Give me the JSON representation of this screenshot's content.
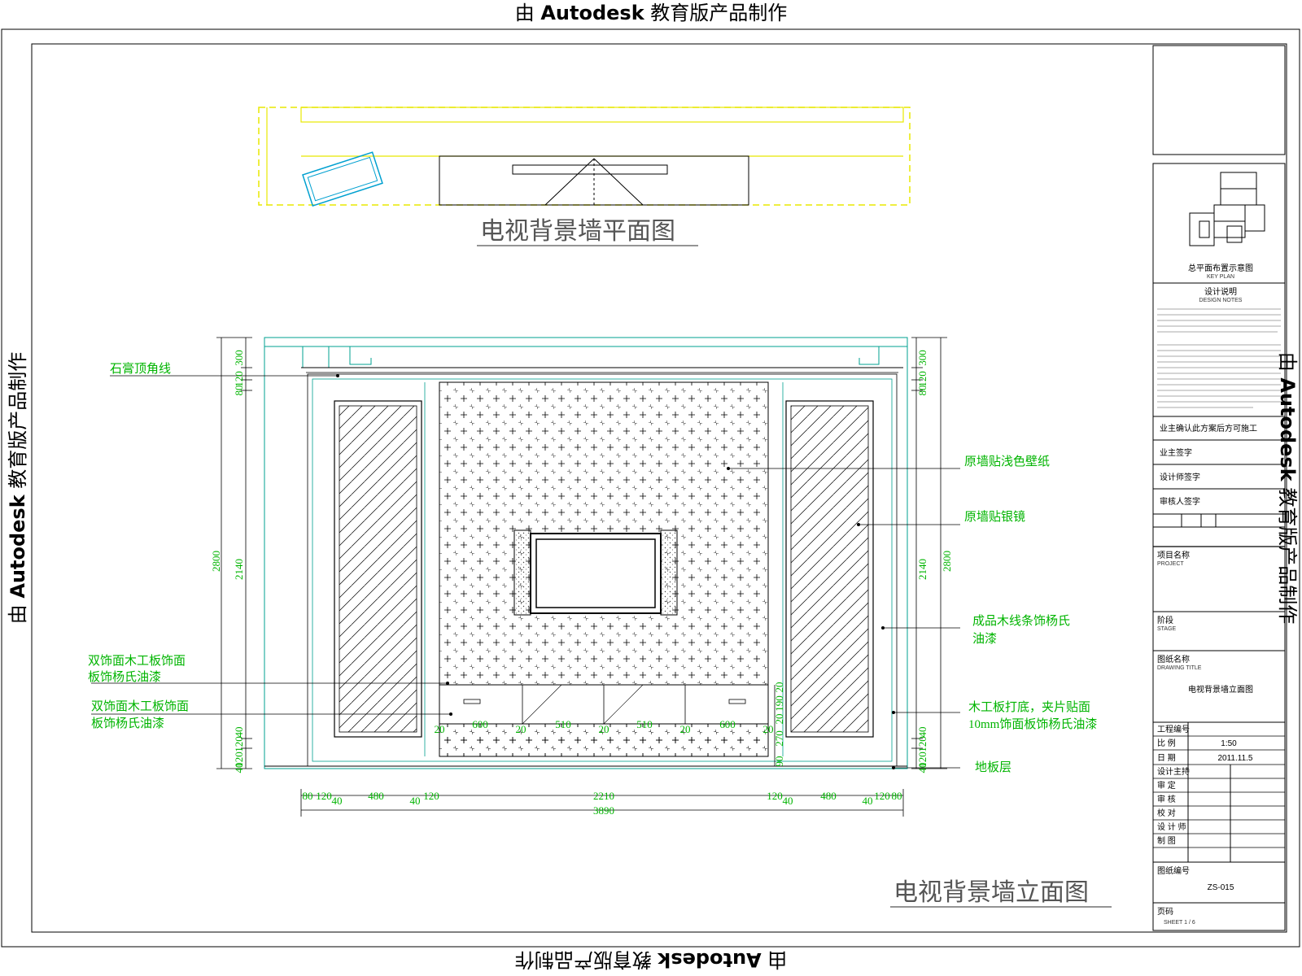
{
  "watermark": {
    "prefix": "由",
    "brand": "Autodesk",
    "suffix": "教育版产品制作"
  },
  "plan_view": {
    "title": "电视背景墙平面图"
  },
  "elevation_view": {
    "title": "电视背景墙立面图",
    "annotations": {
      "top_cornice": "石膏顶角线",
      "center_wallpaper": "原墙贴浅色壁纸",
      "mirror": "原墙贴银镜",
      "wood_trim_1": "成品木线条饰杨氏",
      "wood_trim_2": "油漆",
      "panel_a_1": "双饰面木工板饰面",
      "panel_a_2": "板饰杨氏油漆",
      "panel_b_1": "双饰面木工板饰面",
      "panel_b_2": "板饰杨氏油漆",
      "cabinet_1": "木工板打底，夹片贴面",
      "cabinet_2": "10mm饰面板饰杨氏油漆",
      "floor": "地板层"
    },
    "dims_left": [
      "300",
      "120",
      "80",
      "2800",
      "2140",
      "40",
      "120",
      "120",
      "40"
    ],
    "dims_right": [
      "300",
      "120",
      "80",
      "2140",
      "2800",
      "40",
      "120",
      "120",
      "40"
    ],
    "dims_bottom_row": [
      "80",
      "120",
      "40",
      "480",
      "40",
      "120",
      "2210",
      "120",
      "40",
      "480",
      "40",
      "120",
      "80"
    ],
    "dims_total": "3890",
    "dims_cabinet": [
      "20",
      "600",
      "20",
      "510",
      "20",
      "510",
      "20",
      "600",
      "20"
    ],
    "dims_cabinet_vertical": [
      "20",
      "190",
      "20",
      "270",
      "90"
    ]
  },
  "title_block": {
    "key_plan_caption": "总平面布置示意图",
    "key_plan_caption_en": "KEY PLAN",
    "design_notes_title": "设计说明",
    "design_notes_title_en": "DESIGN NOTES",
    "company_label": "业主确认此方案后方可施工",
    "owner_sign": "业主签字",
    "designer_sign": "设计师签字",
    "reviewer_sign": "审核人签字",
    "project_name_label": "项目名称",
    "project_name_label_en": "PROJECT",
    "stage_label": "阶段",
    "stage_label_en": "STAGE",
    "drawing_name_label": "图纸名称",
    "drawing_name_label_en": "DRAWING TITLE",
    "drawing_name_value": "电视背景墙立面图",
    "rows": [
      {
        "label": "工程编号",
        "value": ""
      },
      {
        "label": "比 例",
        "value": "1:50"
      },
      {
        "label": "日 期",
        "value": "2011.11.5"
      },
      {
        "label": "设计主持",
        "value": ""
      },
      {
        "label": "审 定",
        "value": ""
      },
      {
        "label": "审 核",
        "value": ""
      },
      {
        "label": "校 对",
        "value": ""
      },
      {
        "label": "设 计 师",
        "value": ""
      },
      {
        "label": "制 图",
        "value": ""
      }
    ],
    "drawing_no_label": "图纸编号",
    "drawing_no_value": "ZS-015",
    "sheet_label": "页码",
    "sheet_value": "SHEET 1 / 6"
  }
}
